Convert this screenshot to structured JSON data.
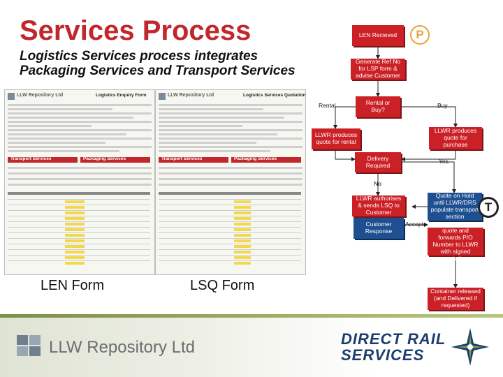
{
  "slide": {
    "title": "Services Process",
    "subtitle_line1": "Logistics Services process integrates",
    "subtitle_line2": "Packaging Services and Transport Services"
  },
  "documents": {
    "len_form": {
      "caption": "LEN Form",
      "logo_text": "LLW Repository Ltd",
      "heading": "Logistics Enquiry Form",
      "section_transport": "Transport Services",
      "section_packaging": "Packaging Services"
    },
    "lsq_form": {
      "caption": "LSQ Form",
      "logo_text": "LLW Repository Ltd",
      "heading": "Logistics Services Quotation",
      "section_transport": "Transport Services",
      "section_packaging": "Packaging Services"
    }
  },
  "flowchart": {
    "nodes": {
      "len_received": "LEN Recieved",
      "generate_ref": "Generate Ref No for LSP form & advise Customer",
      "rental_or_buy": "Rental or Buy?",
      "quote_rental": "LLWR produces quote for rental",
      "quote_purchase": "LLWR produces quote for purchase",
      "delivery_required": "Delivery Required",
      "authorises_lsq": "LLWR authorises & sends LSQ to Customer",
      "quote_on_hold": "Quote on Hold until LLWR/DRS populate transport section",
      "customer_response": "Customer Response",
      "customer_accepts": "Customer accepts quote and forwards P/O Number to LLWR with signed quotation",
      "container_released": "Container released (and Delivered if requested)"
    },
    "edge_labels": {
      "rental": "Rental",
      "buy": "Buy",
      "yes": "Yes",
      "no": "No",
      "accepts": "Accepts"
    },
    "badges": {
      "packaging": "P",
      "transport": "T"
    }
  },
  "footer": {
    "llw_name": "LLW Repository Ltd",
    "drs_line1": "DIRECT RAIL",
    "drs_line2": "SERVICES"
  },
  "colors": {
    "accent_red": "#c0282d",
    "node_red": "#cc2027",
    "node_blue": "#1d4f91",
    "badge_orange": "#e8a33c"
  }
}
